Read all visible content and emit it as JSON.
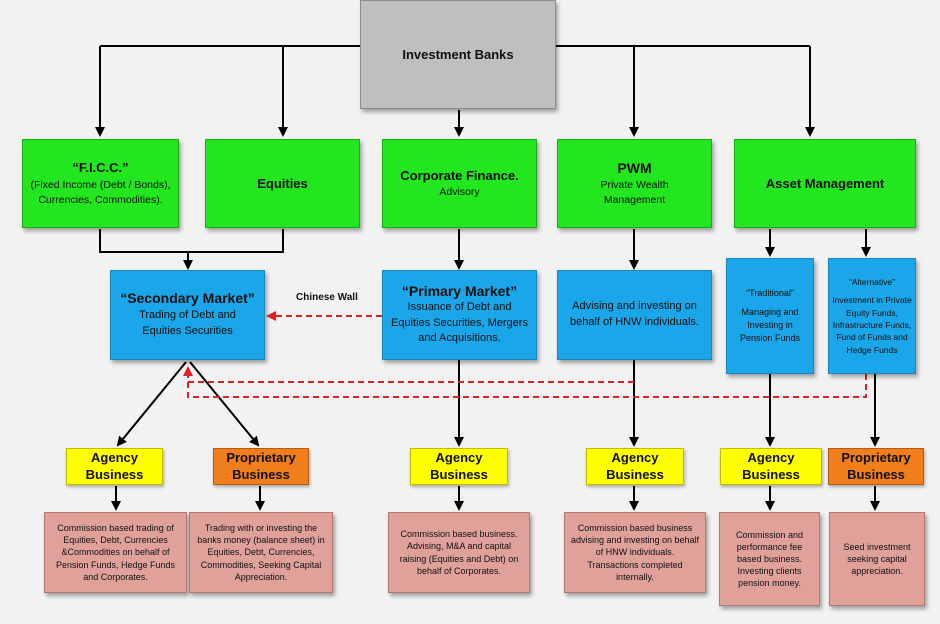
{
  "top": {
    "title": "Investment Banks"
  },
  "divisions": {
    "ficc": {
      "title": "“F.I.C.C.”",
      "desc": "(Fixed Income (Debt / Bonds), Currencies, Commodities)."
    },
    "equities": {
      "title": "Equities"
    },
    "corporate_finance": {
      "title": "Corporate Finance.",
      "desc": "Advisory"
    },
    "pwm": {
      "title": "PWM",
      "desc": "Private Wealth Management"
    },
    "asset_management": {
      "title": "Asset Management"
    }
  },
  "markets": {
    "secondary": {
      "title": "“Secondary Market”",
      "desc": "Trading of Debt and Equities Securities"
    },
    "primary": {
      "title": "“Primary Market”",
      "desc": "Issuance of Debt and Equities Securities, Mergers and Acquisitions."
    },
    "pwm_advice": {
      "desc": "Advising and investing on behalf of HNW individuals."
    },
    "traditional": {
      "title": "“Traditional”",
      "desc": "Managing and Investing in Pension Funds"
    },
    "alternative": {
      "title": "“Alternative”",
      "desc": "Investment in Private Equity Funds, Infrastructure Funds, Fund of Funds and Hedge Funds"
    }
  },
  "chinese_wall": "Chinese Wall",
  "business": {
    "agency_1": {
      "line1": "Agency",
      "line2": "Business"
    },
    "proprietary_1": {
      "line1": "Proprietary",
      "line2": "Business"
    },
    "agency_2": {
      "line1": "Agency",
      "line2": "Business"
    },
    "agency_3": {
      "line1": "Agency",
      "line2": "Business"
    },
    "agency_4": {
      "line1": "Agency",
      "line2": "Business"
    },
    "proprietary_2": {
      "line1": "Proprietary",
      "line2": "Business"
    }
  },
  "descriptions": {
    "d1": "Commission based trading of Equities, Debt, Currencies &Commodities on behalf of Pension Funds, Hedge Funds and Corporates.",
    "d2": "Trading with or investing the banks money (balance sheet) in Equities, Debt, Currencies, Commodities, Seeking Capital Appreciation.",
    "d3": "Commission based business. Advising, M&A and capital raising (Equities and Debt) on behalf of Corporates.",
    "d4": "Commission based business advising and investing on behalf of HNW individuals. Transactions completed internally.",
    "d5": "Commission and performance fee based business. Investing clients pension money.",
    "d6": "Seed investment seeking capital appreciation."
  },
  "colors": {
    "top": "#bfbfbf",
    "division": "#22e61e",
    "market": "#1aa6e8",
    "agency": "#ffff00",
    "proprietary": "#f07e1b",
    "description": "#e0a19a",
    "connector": "#000000",
    "chinese_wall_line": "#e02020"
  }
}
